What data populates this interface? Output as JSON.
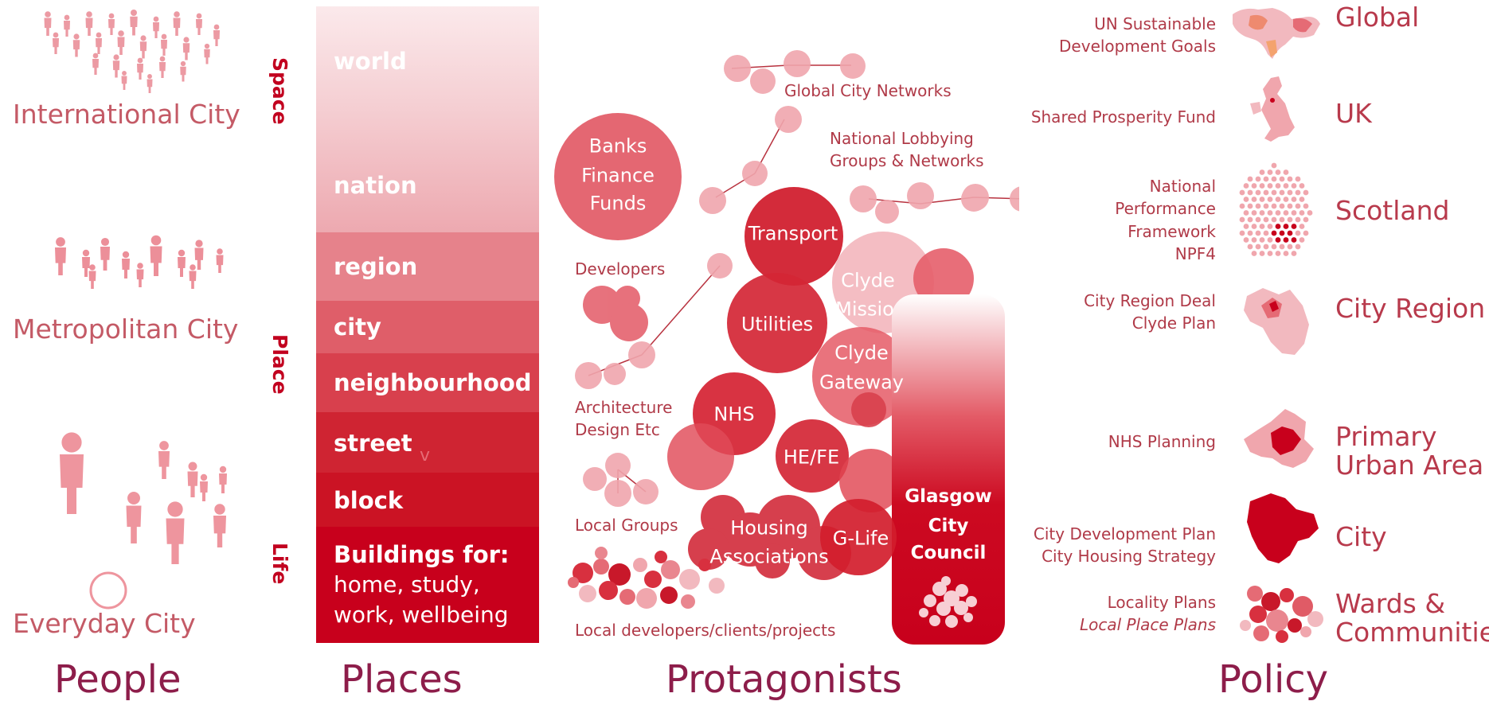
{
  "headings": {
    "people": "People",
    "places": "Places",
    "protagonists": "Protagonists",
    "policy": "Policy"
  },
  "people": {
    "international": "International City",
    "metropolitan": "Metropolitan City",
    "everyday": "Everyday City"
  },
  "places": {
    "axis_space": "Space",
    "axis_place": "Place",
    "axis_life": "Life",
    "bands": [
      {
        "label": "world",
        "color": "#f7d9dc"
      },
      {
        "label": "nation",
        "color": "#f2b9bf"
      },
      {
        "label": "region",
        "color": "#e8838c"
      },
      {
        "label": "city",
        "color": "#e05b66"
      },
      {
        "label": "neighbourhood",
        "color": "#d93d4a"
      },
      {
        "label": "street",
        "color": "#d1202f"
      },
      {
        "label": "block",
        "color": "#cc1021"
      }
    ],
    "buildings_title": "Buildings for:",
    "buildings_line1": "home, study,",
    "buildings_line2": "work, wellbeing",
    "stray_mark": "v"
  },
  "protagonists": {
    "banks_line1": "Banks",
    "banks_line2": "Finance",
    "banks_line3": "Funds",
    "global_networks": "Global City Networks",
    "lobbying_line1": "National Lobbying",
    "lobbying_line2": "Groups & Networks",
    "transport": "Transport",
    "developers": "Developers",
    "utilities": "Utilities",
    "clyde_mission_line1": "Clyde",
    "clyde_mission_line2": "Missio",
    "clyde_gateway_line1": "Clyde",
    "clyde_gateway_line2": "Gateway",
    "nhs": "NHS",
    "architecture_line1": "Architecture",
    "architecture_line2": "Design Etc",
    "hefe": "HE/FE",
    "local_groups": "Local Groups",
    "housing_line1": "Housing",
    "housing_line2": "Associations",
    "glife": "G-Life",
    "council_line1": "Glasgow",
    "council_line2": "City",
    "council_line3": "Council",
    "local_developers": "Local developers/clients/projects"
  },
  "policy": {
    "un_line1": "UN Sustainable",
    "un_line2": "Development Goals",
    "global": "Global",
    "spf": "Shared Prosperity Fund",
    "uk": "UK",
    "npf_line1": "National",
    "npf_line2": "Performance",
    "npf_line3": "Framework",
    "npf_line4": "NPF4",
    "scotland": "Scotland",
    "crd_line1": "City Region Deal",
    "crd_line2": "Clyde Plan",
    "city_region": "City Region",
    "nhs_planning": "NHS Planning",
    "pua_line1": "Primary",
    "pua_line2": "Urban Area",
    "cdp_line1": "City Development Plan",
    "cdp_line2": "City Housing Strategy",
    "city": "City",
    "locality_line1": "Locality Plans",
    "locality_line2": "Local Place Plans",
    "wards_line1": "Wards &",
    "wards_line2": "Communities"
  },
  "colors": {
    "accent_red": "#c8001c",
    "pink_light": "#f2b9bf",
    "heading_plum": "#8d1d4a",
    "label_rose": "#c45a66"
  }
}
